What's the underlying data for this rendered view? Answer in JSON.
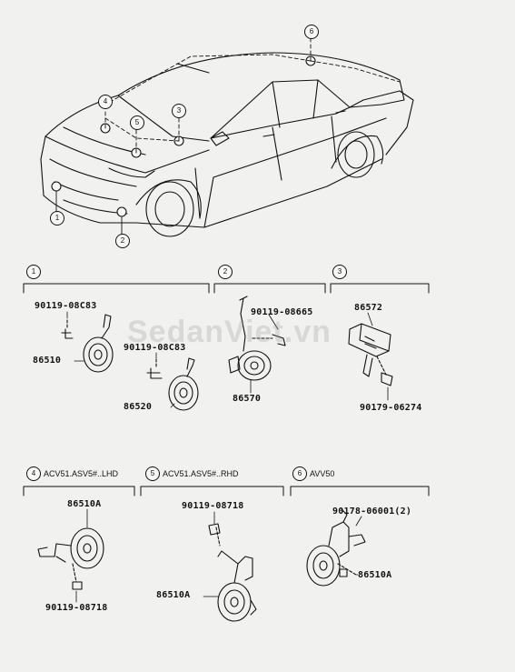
{
  "callouts": [
    "1",
    "2",
    "3",
    "4",
    "5",
    "6"
  ],
  "sections": {
    "s1": {
      "num": "1",
      "parts": [
        "90119-08C83",
        "86510",
        "90119-08C83",
        "86520"
      ]
    },
    "s2": {
      "num": "2",
      "parts": [
        "90119-08665",
        "86570"
      ]
    },
    "s3": {
      "num": "3",
      "parts": [
        "86572",
        "90179-06274"
      ]
    },
    "s4": {
      "num": "4",
      "title": "ACV51.ASV5#..LHD",
      "parts": [
        "86510A",
        "90119-08718"
      ]
    },
    "s5": {
      "num": "5",
      "title": "ACV51.ASV5#..RHD",
      "parts": [
        "90119-08718",
        "86510A"
      ]
    },
    "s6": {
      "num": "6",
      "title": "AVV50",
      "parts": [
        "90178-06001(2)",
        "86510A"
      ]
    }
  },
  "watermark": "SedanViet.vn"
}
